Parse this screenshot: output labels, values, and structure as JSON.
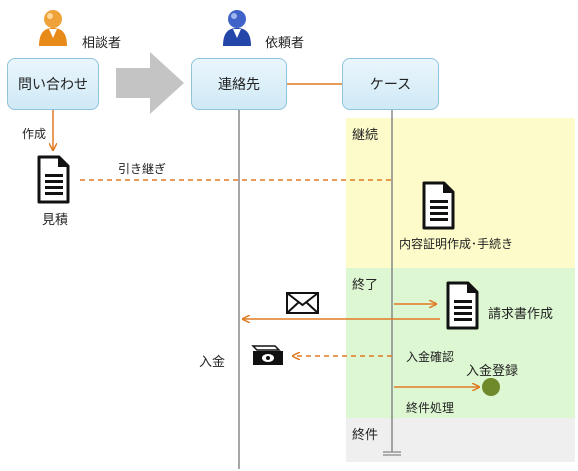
{
  "actors": {
    "consultant": "相談者",
    "client": "依頼者"
  },
  "boxes": {
    "inquiry": "問い合わせ",
    "contact": "連絡先",
    "case": "ケース"
  },
  "lanes": {
    "continue": "継続",
    "finish": "終了",
    "closed": "終件"
  },
  "labels": {
    "create": "作成",
    "handover": "引き継ぎ",
    "estimate": "見積",
    "content_cert": "内容証明作成･手続き",
    "invoice": "請求書作成",
    "payment": "入金",
    "payment_confirm": "入金確認",
    "payment_register": "入金登録",
    "closing_process": "終件処理"
  },
  "colors": {
    "arrow": "#e07b24",
    "continue_lane": "#fdfbc9",
    "finish_lane": "#ddf7d2",
    "closed_lane": "#efefef",
    "box_border": "#8fc3de",
    "dot": "#6e8a2a"
  }
}
